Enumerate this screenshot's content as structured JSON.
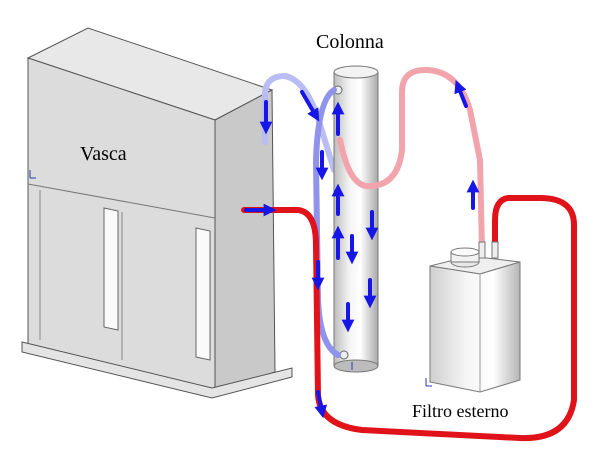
{
  "labels": {
    "tank": "Vasca",
    "column": "Colonna",
    "filter": "Filtro esterno"
  },
  "colors": {
    "hot_pipe": "#e0131b",
    "warm_pipe": "#f2a4ad",
    "cold_pipe": "#8f93ec",
    "light_cold_pipe": "#b9bdf4",
    "arrow": "#1616e6",
    "tank_face": "#dcdcdc",
    "tank_side": "#c9c9c9",
    "tank_top": "#e8e8e8",
    "outline": "#555555"
  }
}
